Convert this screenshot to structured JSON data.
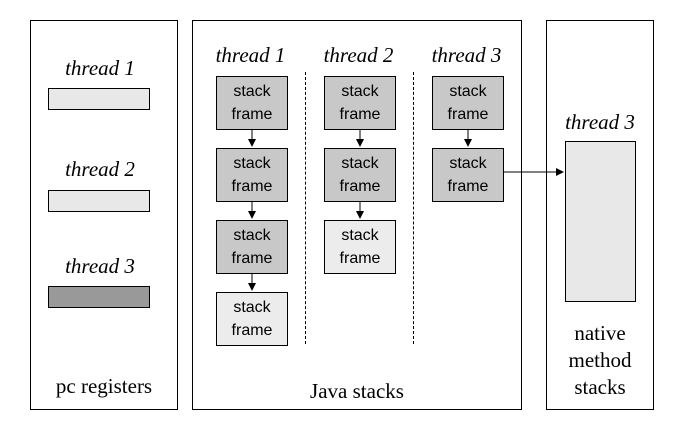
{
  "pc_registers": {
    "title": "pc registers",
    "threads": [
      {
        "label": "thread 1",
        "fill": "#e8e8e8"
      },
      {
        "label": "thread 2",
        "fill": "#e8e8e8"
      },
      {
        "label": "thread 3",
        "fill": "#999999"
      }
    ]
  },
  "java_stacks": {
    "title": "Java stacks",
    "columns": [
      {
        "label": "thread 1",
        "frames": [
          {
            "line1": "stack",
            "line2": "frame",
            "fill": "#c8c8c8"
          },
          {
            "line1": "stack",
            "line2": "frame",
            "fill": "#c8c8c8"
          },
          {
            "line1": "stack",
            "line2": "frame",
            "fill": "#c8c8c8"
          },
          {
            "line1": "stack",
            "line2": "frame",
            "fill": "#ececec"
          }
        ]
      },
      {
        "label": "thread 2",
        "frames": [
          {
            "line1": "stack",
            "line2": "frame",
            "fill": "#c8c8c8"
          },
          {
            "line1": "stack",
            "line2": "frame",
            "fill": "#c8c8c8"
          },
          {
            "line1": "stack",
            "line2": "frame",
            "fill": "#ececec"
          }
        ]
      },
      {
        "label": "thread 3",
        "frames": [
          {
            "line1": "stack",
            "line2": "frame",
            "fill": "#c8c8c8"
          },
          {
            "line1": "stack",
            "line2": "frame",
            "fill": "#c8c8c8"
          }
        ]
      }
    ]
  },
  "native_method_stacks": {
    "thread_label": "thread 3",
    "title_line1": "native",
    "title_line2": "method",
    "title_line3": "stacks",
    "fill": "#e8e8e8"
  }
}
